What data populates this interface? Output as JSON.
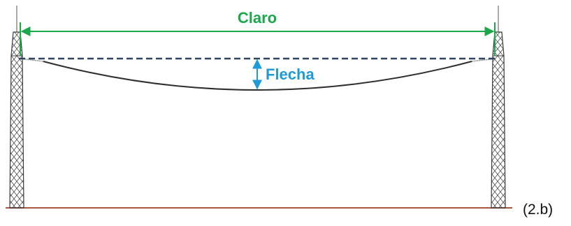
{
  "labels": {
    "span": "Claro",
    "sag": "Flecha",
    "figure": "(2.b)"
  },
  "colors": {
    "span": "#1aa84a",
    "sag": "#1e9ad6",
    "ground": "#a9573f",
    "conductor": "#2e2e2e",
    "reference_line": "#2f4460",
    "tower": "#3a3a3a"
  }
}
